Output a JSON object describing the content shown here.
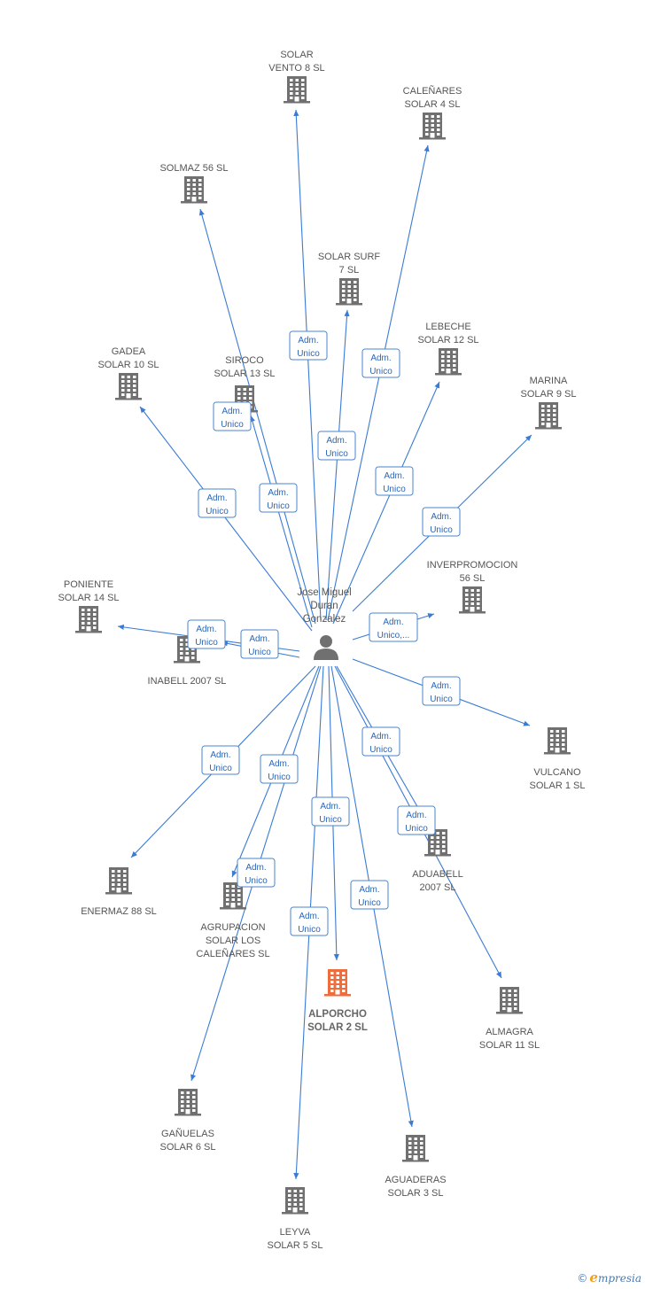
{
  "colors": {
    "edge": "#3a7bd5",
    "building": "#707070",
    "focus_building": "#ef6c3c",
    "label": "#555555",
    "box_border": "#4a86d0",
    "box_text": "#2a66b8"
  },
  "person": {
    "name_lines": [
      "Jose Miguel",
      "Duran",
      "Gonzalez"
    ],
    "icon": "person-icon"
  },
  "companies": [
    {
      "id": "solar-vento-8",
      "lines": [
        "SOLAR",
        "VENTO 8 SL"
      ]
    },
    {
      "id": "calenares-4",
      "lines": [
        "CALEÑARES",
        "SOLAR 4 SL"
      ]
    },
    {
      "id": "solmaz-56",
      "lines": [
        "SOLMAZ 56 SL"
      ]
    },
    {
      "id": "solar-surf-7",
      "lines": [
        "SOLAR SURF",
        "7 SL"
      ]
    },
    {
      "id": "lebeche-12",
      "lines": [
        "LEBECHE",
        "SOLAR 12 SL"
      ]
    },
    {
      "id": "gadea-10",
      "lines": [
        "GADEA",
        "SOLAR 10 SL"
      ]
    },
    {
      "id": "siroco-13",
      "lines": [
        "SIROCO",
        "SOLAR 13 SL"
      ]
    },
    {
      "id": "marina-9",
      "lines": [
        "MARINA",
        "SOLAR 9 SL"
      ]
    },
    {
      "id": "inverpromocion-56",
      "lines": [
        "INVERPROMOCION",
        "56 SL"
      ]
    },
    {
      "id": "poniente-14",
      "lines": [
        "PONIENTE",
        "SOLAR 14 SL"
      ]
    },
    {
      "id": "inabell-2007",
      "lines": [
        "INABELL 2007 SL"
      ]
    },
    {
      "id": "vulcano-1",
      "lines": [
        "VULCANO",
        "SOLAR 1 SL"
      ]
    },
    {
      "id": "aduabell-2007",
      "lines": [
        "ADUABELL",
        "2007 SL"
      ]
    },
    {
      "id": "enermaz-88",
      "lines": [
        "ENERMAZ 88 SL"
      ]
    },
    {
      "id": "agrupacion-calenares",
      "lines": [
        "AGRUPACION",
        "SOLAR LOS",
        "CALEÑARES SL"
      ]
    },
    {
      "id": "alporcho-2",
      "lines": [
        "ALPORCHO",
        "SOLAR 2 SL"
      ],
      "focus": true
    },
    {
      "id": "almagra-11",
      "lines": [
        "ALMAGRA",
        "SOLAR 11 SL"
      ]
    },
    {
      "id": "ganuelas-6",
      "lines": [
        "GAÑUELAS",
        "SOLAR 6 SL"
      ]
    },
    {
      "id": "aguaderas-3",
      "lines": [
        "AGUADERAS",
        "SOLAR 3 SL"
      ]
    },
    {
      "id": "leyva-5",
      "lines": [
        "LEYVA",
        "SOLAR 5 SL"
      ]
    }
  ],
  "edges": [
    {
      "to": "solar-vento-8",
      "lines": [
        "Adm.",
        "Unico"
      ]
    },
    {
      "to": "calenares-4",
      "lines": [
        "Adm.",
        "Unico"
      ]
    },
    {
      "to": "solmaz-56",
      "lines": [
        "Adm.",
        "Unico"
      ]
    },
    {
      "to": "solar-surf-7",
      "lines": [
        "Adm.",
        "Unico"
      ]
    },
    {
      "to": "lebeche-12",
      "lines": [
        "Adm.",
        "Unico"
      ]
    },
    {
      "to": "gadea-10",
      "lines": [
        "Adm.",
        "Unico"
      ]
    },
    {
      "to": "siroco-13",
      "lines": [
        "Adm.",
        "Unico"
      ]
    },
    {
      "to": "marina-9",
      "lines": [
        "Adm.",
        "Unico"
      ]
    },
    {
      "to": "inverpromocion-56",
      "lines": [
        "Adm.",
        "Unico,..."
      ]
    },
    {
      "to": "poniente-14",
      "lines": [
        "Adm.",
        "Unico"
      ]
    },
    {
      "to": "inabell-2007",
      "lines": [
        "Adm.",
        "Unico"
      ]
    },
    {
      "to": "vulcano-1",
      "lines": [
        "Adm.",
        "Unico"
      ]
    },
    {
      "to": "aduabell-2007",
      "lines": [
        "Adm.",
        "Unico"
      ]
    },
    {
      "to": "enermaz-88",
      "lines": [
        "Adm.",
        "Unico"
      ]
    },
    {
      "to": "agrupacion-calenares",
      "lines": [
        "Adm.",
        "Unico"
      ]
    },
    {
      "to": "alporcho-2",
      "lines": [
        "Adm.",
        "Unico"
      ]
    },
    {
      "to": "almagra-11",
      "lines": [
        "Adm.",
        "Unico"
      ]
    },
    {
      "to": "ganuelas-6",
      "lines": [
        "Adm.",
        "Unico"
      ]
    },
    {
      "to": "aguaderas-3",
      "lines": [
        "Adm.",
        "Unico"
      ]
    },
    {
      "to": "leyva-5",
      "lines": [
        "Adm.",
        "Unico"
      ]
    }
  ],
  "brand": {
    "copyright": "©",
    "initial": "e",
    "rest": "mpresia"
  }
}
